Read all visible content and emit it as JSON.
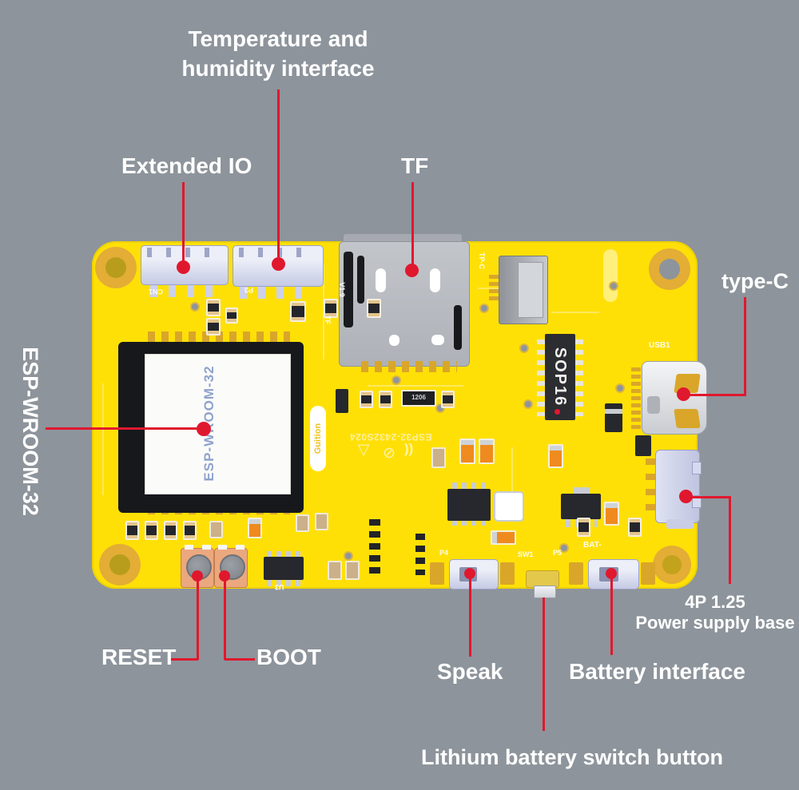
{
  "colors": {
    "background": "#8d949b",
    "board_yellow": "#ffe006",
    "pad_gold": "#d9a62a",
    "annotation_red": "#e0182e",
    "label_white": "#ffffff",
    "connector_lavender": "#c9cde7",
    "module_black": "#17181c"
  },
  "callouts": {
    "temp_humidity": {
      "line1": "Temperature and",
      "line2": "humidity interface"
    },
    "extended_io": {
      "label": "Extended IO"
    },
    "tf": {
      "label": "TF"
    },
    "type_c": {
      "label": "type-C"
    },
    "esp_wroom_32": {
      "label": "ESP-WROOM-32"
    },
    "reset": {
      "label": "RESET"
    },
    "boot": {
      "label": "BOOT"
    },
    "speak": {
      "label": "Speak"
    },
    "battery_interface": {
      "label": "Battery interface"
    },
    "power_base": {
      "line1": "4P 1.25",
      "line2": "Power supply base"
    },
    "lithium_switch": {
      "label": "Lithium battery switch button"
    }
  },
  "silkscreen": {
    "cn1": "CN1",
    "p3": "P3",
    "tf": "TF",
    "v19": "V1.9",
    "tp_c": "TP-C",
    "usb1": "USB1",
    "sop16": "SOP16",
    "module": "ESP-WROOM-32",
    "brand": "Guition",
    "model": "ESP32-2432S024",
    "u3": "U3",
    "p4": "P4",
    "sw1": "SW1",
    "p5": "P5",
    "bat": "BAT-",
    "r1206": "1206"
  }
}
